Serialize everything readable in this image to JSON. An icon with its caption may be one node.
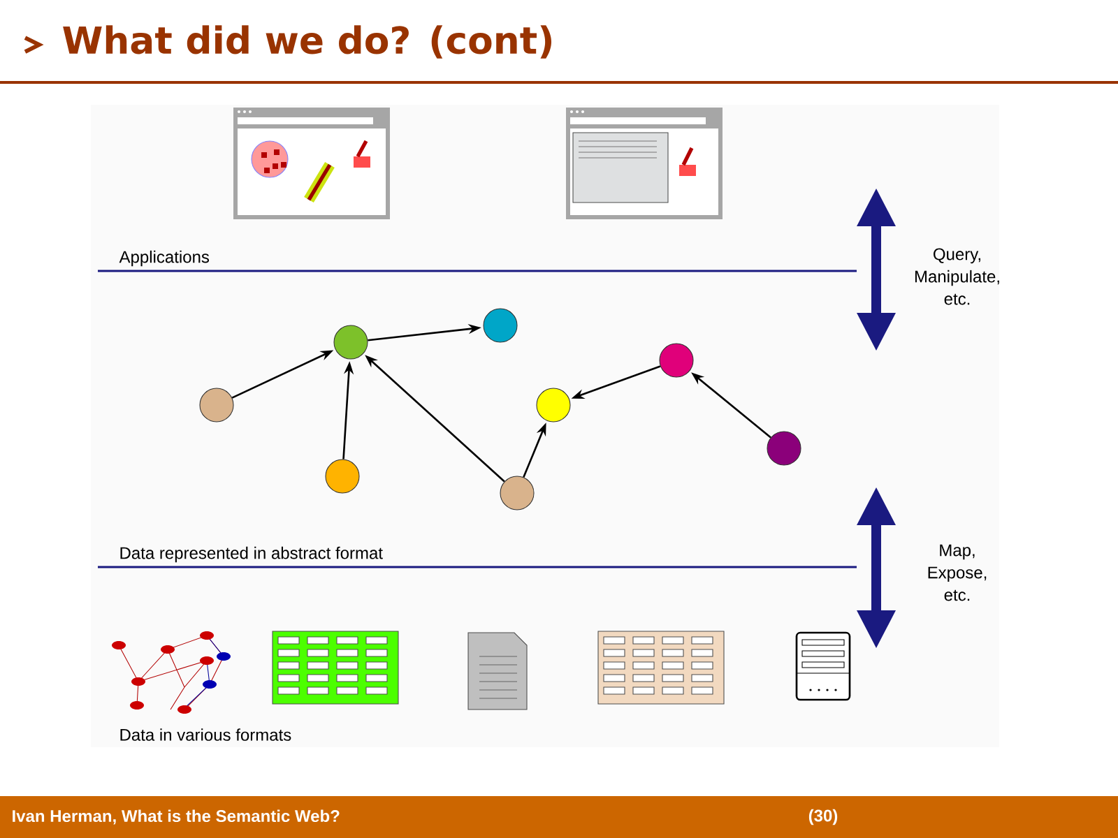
{
  "diagram": {
    "title": "What did we do? (cont)",
    "nodes": [
      {
        "text": [],
        "shape": "circle"
      },
      {
        "text": [],
        "shape": "circle"
      },
      {
        "text": [],
        "shape": "circle"
      },
      {
        "text": [],
        "shape": "circle"
      },
      {
        "text": [],
        "shape": "circle"
      },
      {
        "text": [],
        "shape": "circle"
      },
      {
        "text": [],
        "shape": "circle"
      },
      {
        "text": [],
        "shape": "circle"
      }
    ],
    "edges": [
      {
        "from": 0,
        "to": 2,
        "arrow": "to"
      },
      {
        "from": 1,
        "to": 2,
        "arrow": "to"
      },
      {
        "from": 2,
        "to": 3,
        "arrow": "to"
      },
      {
        "from": 4,
        "to": 2,
        "arrow": "to"
      },
      {
        "from": 4,
        "to": 5,
        "arrow": "to"
      },
      {
        "from": 6,
        "to": 5,
        "arrow": "to"
      },
      {
        "from": 7,
        "to": 6,
        "arrow": "to"
      }
    ],
    "labels": [
      "Applications",
      "Query, Manipulate, etc.",
      "Data represented in abstract format",
      "Map, Expose, etc.",
      "Data in various formats",
      "Ivan Herman, What is the Semantic Web?",
      "(30)"
    ]
  }
}
